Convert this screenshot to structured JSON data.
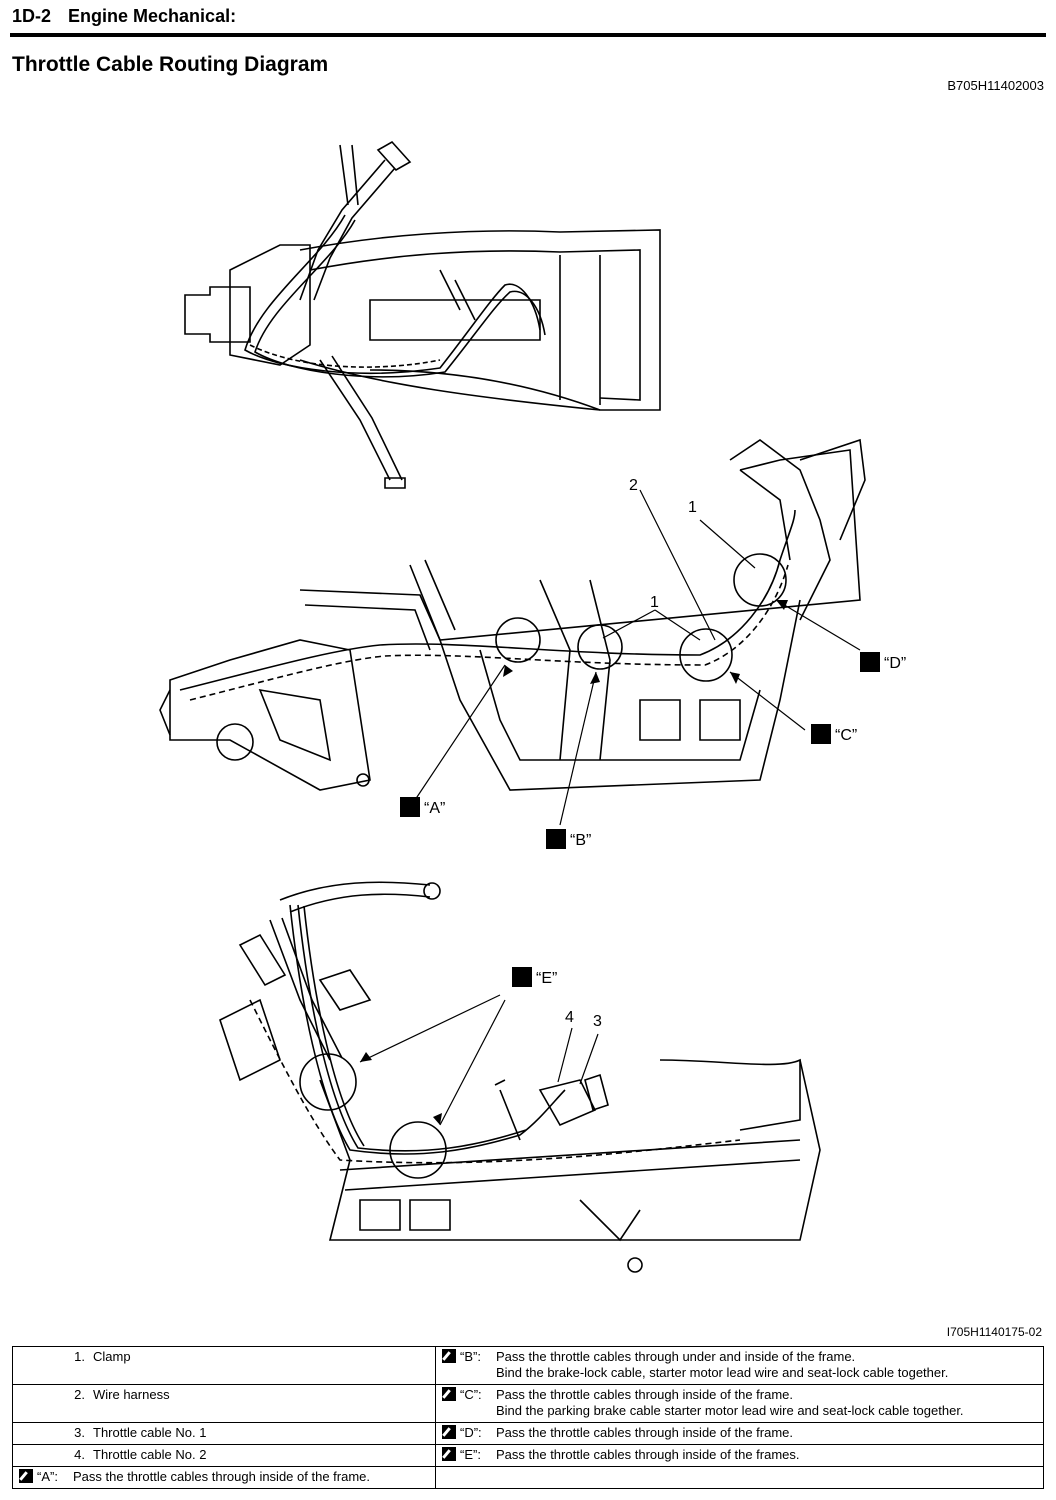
{
  "header": {
    "section": "1D-2",
    "chapter": "Engine Mechanical:"
  },
  "title": "Throttle Cable Routing Diagram",
  "doc_code": "B705H11402003",
  "figure_code": "I705H1140175-02",
  "callouts": {
    "n1a": "1",
    "n1b": "1",
    "n2": "2",
    "n3": "3",
    "n4": "4",
    "A": "“A”",
    "B": "“B”",
    "C": "“C”",
    "D": "“D”",
    "E": "“E”"
  },
  "legend": {
    "items": [
      {
        "num": "1.",
        "text": "Clamp"
      },
      {
        "num": "2.",
        "text": "Wire harness"
      },
      {
        "num": "3.",
        "text": "Throttle cable No. 1"
      },
      {
        "num": "4.",
        "text": "Throttle cable No. 2"
      }
    ],
    "notes": [
      {
        "key": "“A”:",
        "line1": "Pass the throttle cables through inside of the frame.",
        "line2": ""
      },
      {
        "key": "“B”:",
        "line1": "Pass the throttle cables through under and inside of the frame.",
        "line2": "Bind the brake-lock cable, starter motor lead wire and seat-lock cable together."
      },
      {
        "key": "“C”:",
        "line1": "Pass the throttle cables through inside of the frame.",
        "line2": "Bind the parking brake cable starter motor lead wire and seat-lock cable together."
      },
      {
        "key": "“D”:",
        "line1": "Pass the throttle cables through inside of the frame.",
        "line2": ""
      },
      {
        "key": "“E”:",
        "line1": "Pass the throttle cables through inside of the frames.",
        "line2": ""
      }
    ]
  }
}
